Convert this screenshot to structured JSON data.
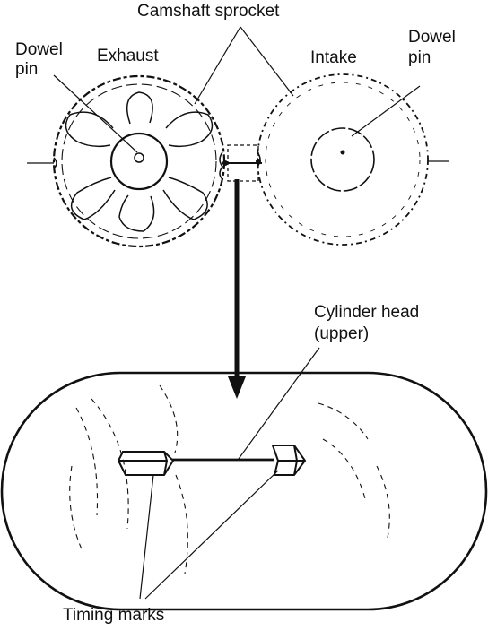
{
  "labels": {
    "camshaft_sprocket": "Camshaft sprocket",
    "dowel_pin_left_line1": "Dowel",
    "dowel_pin_left_line2": "pin",
    "exhaust": "Exhaust",
    "intake": "Intake",
    "dowel_pin_right_line1": "Dowel",
    "dowel_pin_right_line2": "pin",
    "cylinder_head_line1": "Cylinder head",
    "cylinder_head_line2": "(upper)",
    "timing_marks": "Timing marks"
  },
  "colors": {
    "ink": "#111111",
    "background": "#ffffff"
  }
}
